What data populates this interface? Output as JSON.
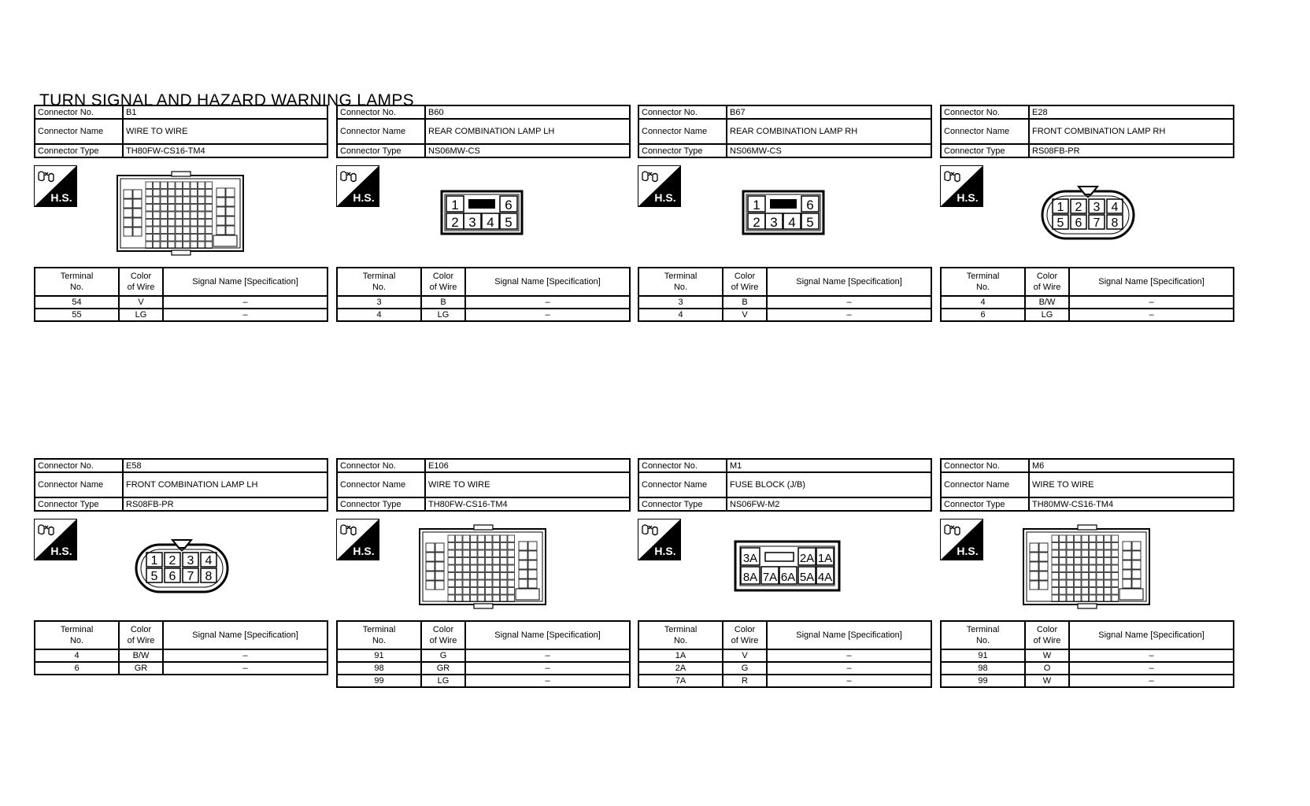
{
  "title": "TURN SIGNAL AND HAZARD WARNING LAMPS",
  "labels": {
    "connector_no": "Connector No.",
    "connector_name": "Connector Name",
    "connector_type": "Connector Type",
    "terminal_no": [
      "Terminal",
      "No."
    ],
    "color_of_wire": [
      "Color",
      "of Wire"
    ],
    "signal_name": "Signal Name [Specification]",
    "hs": "H.S."
  },
  "connectors": [
    {
      "no": "B1",
      "name": "WIRE TO WIRE",
      "type": "TH80FW-CS16-TM4",
      "diagram": "wire80",
      "rows": [
        [
          "54",
          "V",
          "–"
        ],
        [
          "55",
          "LG",
          "–"
        ]
      ]
    },
    {
      "no": "B60",
      "name": "REAR COMBINATION LAMP LH",
      "type": "NS06MW-CS",
      "diagram": "six",
      "rows": [
        [
          "3",
          "B",
          "–"
        ],
        [
          "4",
          "LG",
          "–"
        ]
      ]
    },
    {
      "no": "B67",
      "name": "REAR COMBINATION LAMP RH",
      "type": "NS06MW-CS",
      "diagram": "six",
      "rows": [
        [
          "3",
          "B",
          "–"
        ],
        [
          "4",
          "V",
          "–"
        ]
      ]
    },
    {
      "no": "E28",
      "name": "FRONT COMBINATION LAMP RH",
      "type": "RS08FB-PR",
      "diagram": "oval8",
      "rows": [
        [
          "4",
          "B/W",
          "–"
        ],
        [
          "6",
          "LG",
          "–"
        ]
      ]
    },
    {
      "no": "E58",
      "name": "FRONT COMBINATION LAMP LH",
      "type": "RS08FB-PR",
      "diagram": "oval8",
      "rows": [
        [
          "4",
          "B/W",
          "–"
        ],
        [
          "6",
          "GR",
          "–"
        ]
      ]
    },
    {
      "no": "E106",
      "name": "WIRE TO WIRE",
      "type": "TH80FW-CS16-TM4",
      "diagram": "wire80",
      "rows": [
        [
          "91",
          "G",
          "–"
        ],
        [
          "98",
          "GR",
          "–"
        ],
        [
          "99",
          "LG",
          "–"
        ]
      ]
    },
    {
      "no": "M1",
      "name": "FUSE BLOCK (J/B)",
      "type": "NS06FW-M2",
      "diagram": "fuse",
      "rows": [
        [
          "1A",
          "V",
          "–"
        ],
        [
          "2A",
          "G",
          "–"
        ],
        [
          "7A",
          "R",
          "–"
        ]
      ]
    },
    {
      "no": "M6",
      "name": "WIRE TO WIRE",
      "type": "TH80MW-CS16-TM4",
      "diagram": "wire80",
      "rows": [
        [
          "91",
          "W",
          "–"
        ],
        [
          "98",
          "O",
          "–"
        ],
        [
          "99",
          "W",
          "–"
        ]
      ]
    }
  ],
  "pin_labels": {
    "six": [
      "1",
      "6",
      "2",
      "3",
      "4",
      "5"
    ],
    "oval8": [
      "1",
      "2",
      "3",
      "4",
      "5",
      "6",
      "7",
      "8"
    ],
    "fuse": [
      "3A",
      "2A",
      "1A",
      "8A",
      "7A",
      "6A",
      "5A",
      "4A"
    ]
  }
}
